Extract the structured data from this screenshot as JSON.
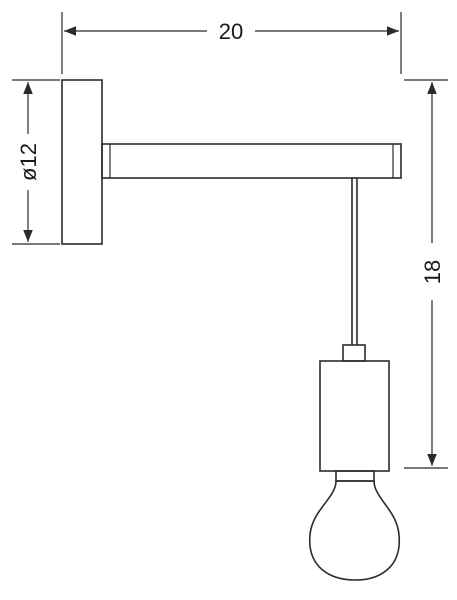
{
  "dimensions": {
    "width": "20",
    "diameter": "ø12",
    "height": "18"
  },
  "colors": {
    "stroke": "#2b2b2b",
    "background": "#ffffff",
    "text": "#1a1a1a"
  }
}
